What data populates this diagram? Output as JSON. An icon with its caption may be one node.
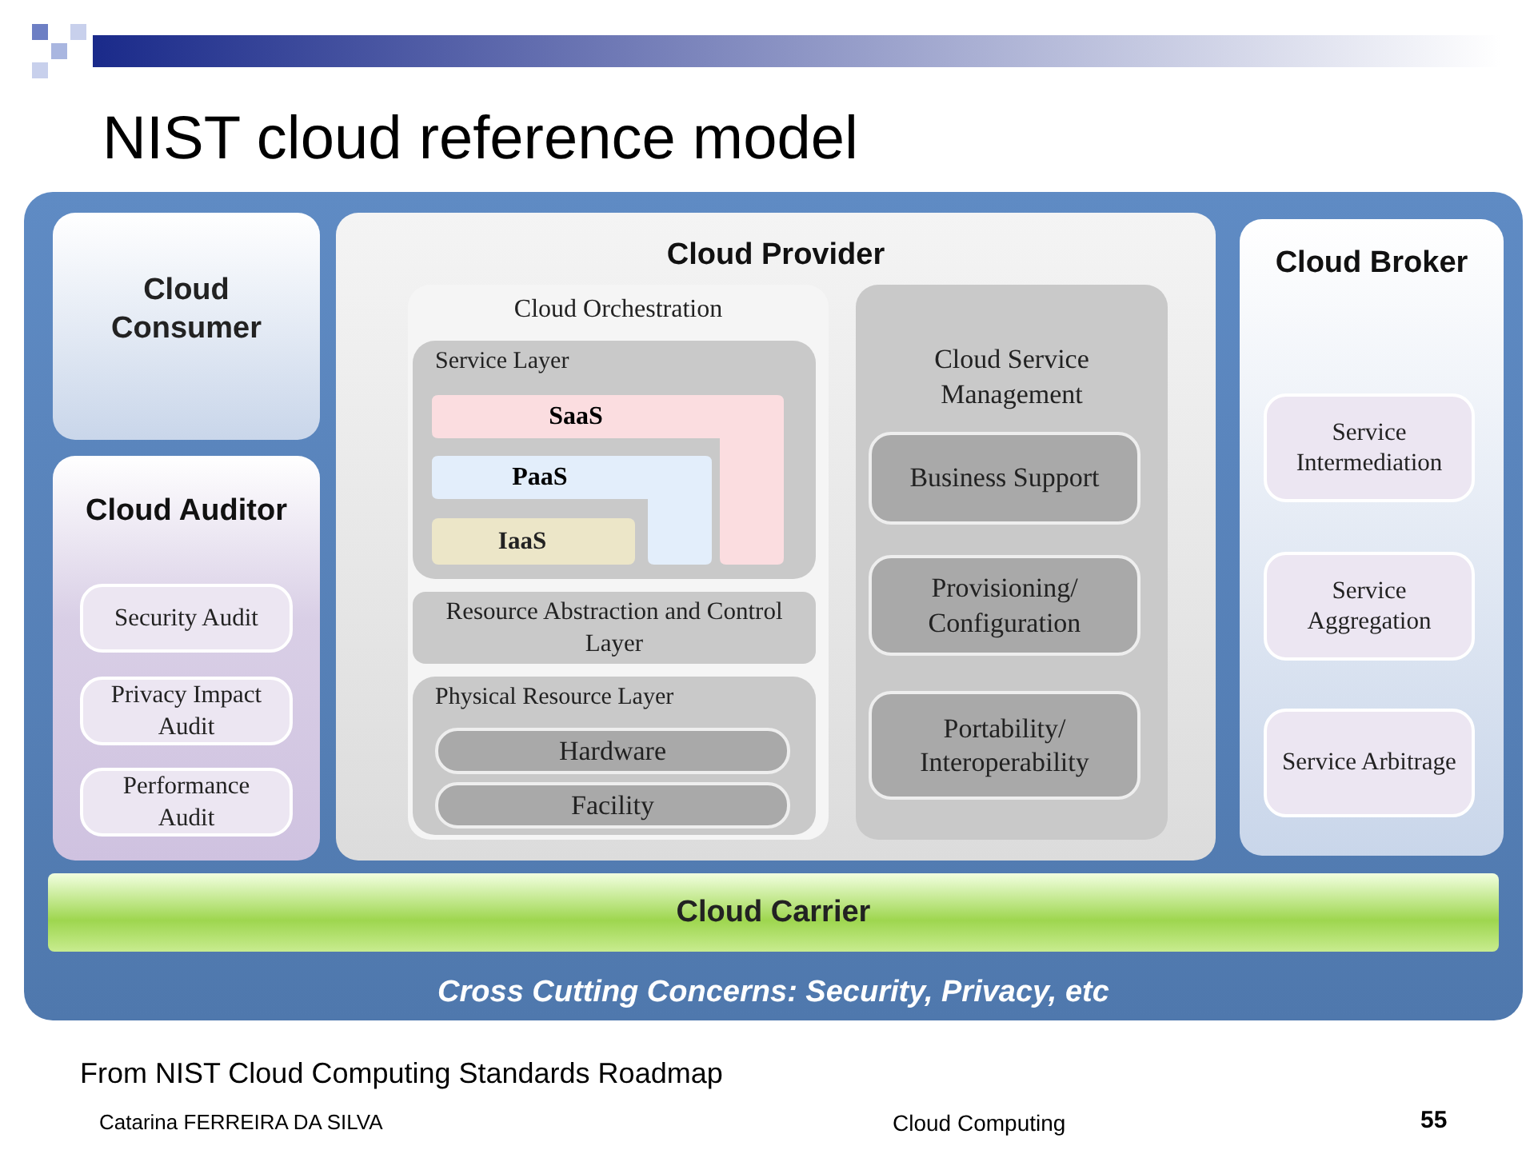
{
  "diagram": {
    "title": "NIST cloud reference model",
    "caption": "From NIST Cloud Computing Standards Roadmap",
    "nodes": [
      {
        "text": [
          "Cross Cutting Concerns: Security, Privacy, etc"
        ]
      },
      {
        "text": [
          "Cloud Consumer"
        ],
        "in": 0
      },
      {
        "text": [
          "Cloud Auditor"
        ],
        "in": 0
      },
      {
        "text": [
          "Security Audit"
        ],
        "in": 2
      },
      {
        "text": [
          "Privacy Impact Audit"
        ],
        "in": 2
      },
      {
        "text": [
          "Performance Audit"
        ],
        "in": 2
      },
      {
        "text": [
          "Cloud Provider"
        ],
        "in": 0
      },
      {
        "text": [
          "Cloud Orchestration"
        ],
        "in": 6
      },
      {
        "text": [
          "Service Layer"
        ],
        "in": 7
      },
      {
        "text": [
          "SaaS"
        ],
        "in": 8
      },
      {
        "text": [
          "PaaS"
        ],
        "in": 8
      },
      {
        "text": [
          "IaaS"
        ],
        "in": 8
      },
      {
        "text": [
          "Resource Abstraction and Control Layer"
        ],
        "in": 7
      },
      {
        "text": [
          "Physical Resource Layer"
        ],
        "in": 7
      },
      {
        "text": [
          "Hardware"
        ],
        "in": 13
      },
      {
        "text": [
          "Facility"
        ],
        "in": 13
      },
      {
        "text": [
          "Cloud Service Management"
        ],
        "in": 6
      },
      {
        "text": [
          "Business Support"
        ],
        "in": 16
      },
      {
        "text": [
          "Provisioning/ Configuration"
        ],
        "in": 16
      },
      {
        "text": [
          "Portability/ Interoperability"
        ],
        "in": 16
      },
      {
        "text": [
          "Cloud Broker"
        ],
        "in": 0
      },
      {
        "text": [
          "Service Intermediation"
        ],
        "in": 20
      },
      {
        "text": [
          "Service Aggregation"
        ],
        "in": 20
      },
      {
        "text": [
          "Service Arbitrage"
        ],
        "in": 20
      },
      {
        "text": [
          "Cloud Carrier"
        ],
        "in": 0
      }
    ],
    "labels": [
      "Catarina FERREIRA DA SILVA",
      "Cloud Computing",
      "55"
    ]
  }
}
